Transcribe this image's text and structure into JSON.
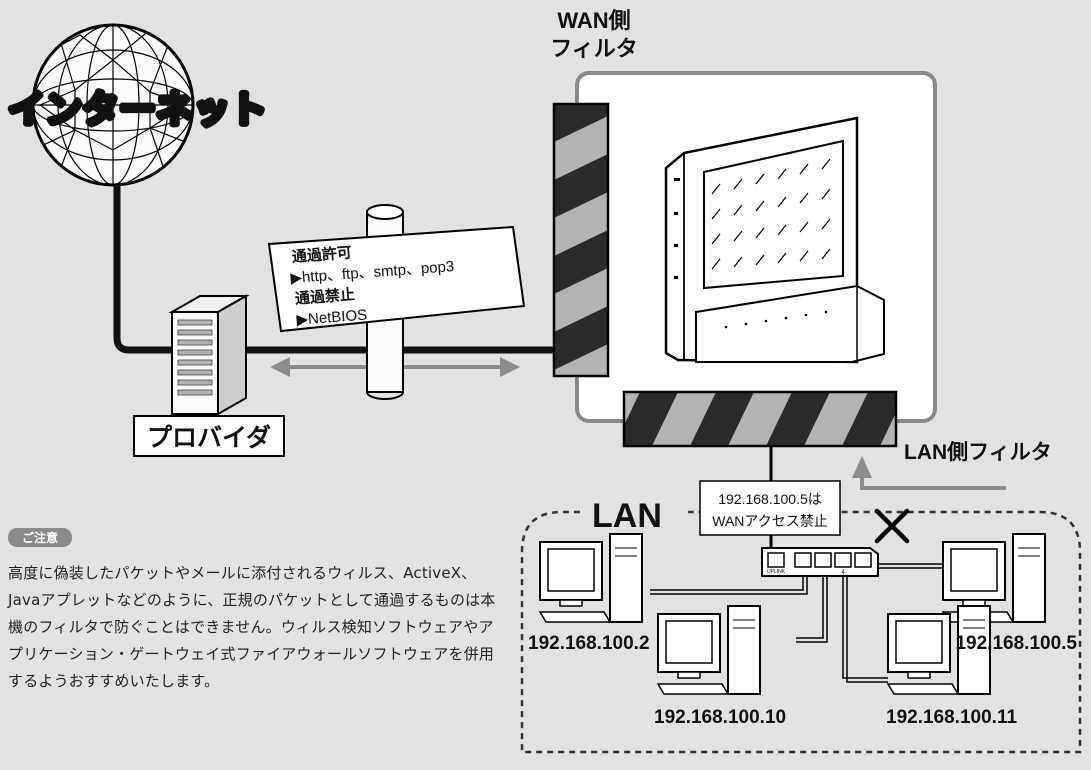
{
  "labels": {
    "internet": "インターネット",
    "provider": "プロバイダ",
    "wan_filter_line1": "WAN側",
    "wan_filter_line2": "フィルタ",
    "lan_filter": "LAN側フィルタ",
    "lan": "LAN",
    "port_uplink": "UPLINK",
    "port_4": "4"
  },
  "sign": {
    "allow_heading": "通過許可",
    "allow_list": "▶http、ftp、smtp、pop3",
    "deny_heading": "通過禁止",
    "deny_list": "▶NetBIOS"
  },
  "lan_callout": {
    "line1": "192.168.100.5は",
    "line2": "WANアクセス禁止"
  },
  "hosts": [
    "192.168.100.2",
    "192.168.100.5",
    "192.168.100.10",
    "192.168.100.11"
  ],
  "note": {
    "badge": "ご注意",
    "text": "高度に偽装したパケットやメールに添付されるウィルス、ActiveX、Javaアプレットなどのように、正規のパケットとして通過するものは本機のフィルタで防ぐことはできません。ウィルス検知ソフトウェアやアプリケーション・ゲートウェイ式ファイアウォールソフトウェアを併用するようおすすめいたします。"
  },
  "colors": {
    "background": "#e2e2e2",
    "arrow_gray": "#8c8c8c",
    "stripe_dark": "#2a2a2a",
    "stripe_light": "#b4b4b4",
    "badge": "#8a8a8a"
  }
}
